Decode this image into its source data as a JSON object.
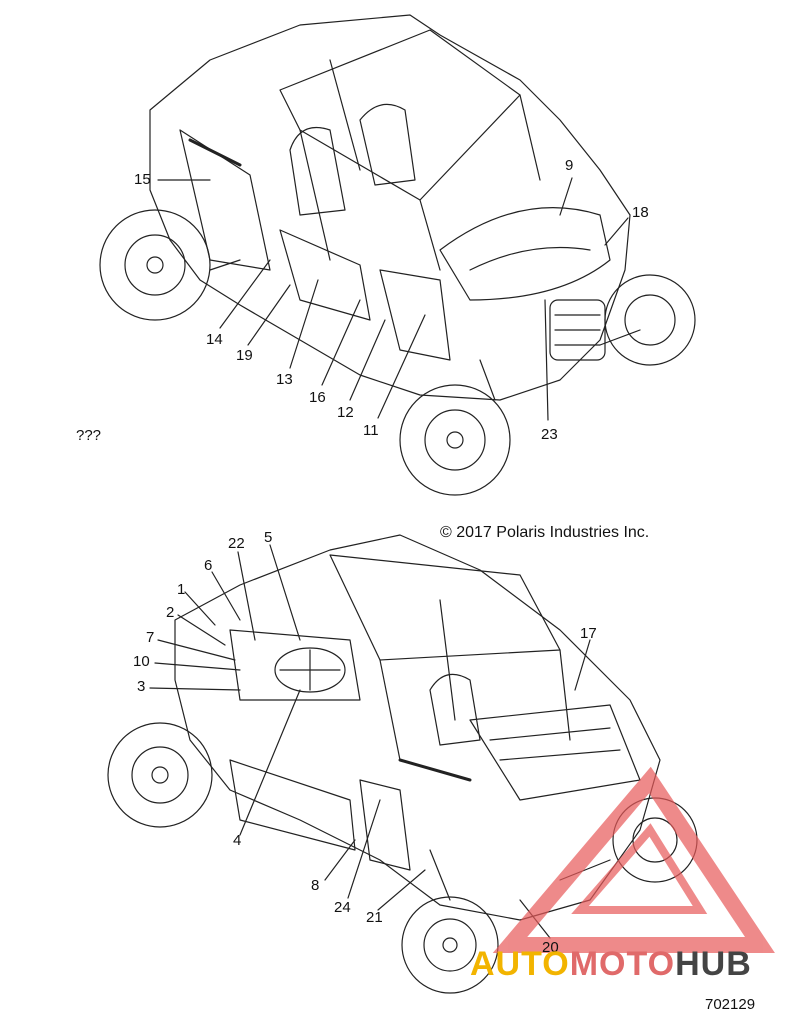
{
  "diagram": {
    "unknown_mark": "???",
    "copyright": "© 2017 Polaris Industries Inc.",
    "drawing_number": "702129",
    "callouts_top": [
      "15",
      "9",
      "18",
      "14",
      "19",
      "13",
      "16",
      "12",
      "11",
      "23"
    ],
    "callouts_bottom": [
      "22",
      "5",
      "6",
      "1",
      "2",
      "7",
      "10",
      "3",
      "17",
      "4",
      "8",
      "24",
      "21",
      "20"
    ]
  },
  "watermark": {
    "part1": "AUTO",
    "part2": "MOTO",
    "part3": "HUB",
    "colors": {
      "auto": "#f2b400",
      "moto": "#e06a6a",
      "hub": "#444444",
      "triangle": "#e85a5a"
    }
  }
}
